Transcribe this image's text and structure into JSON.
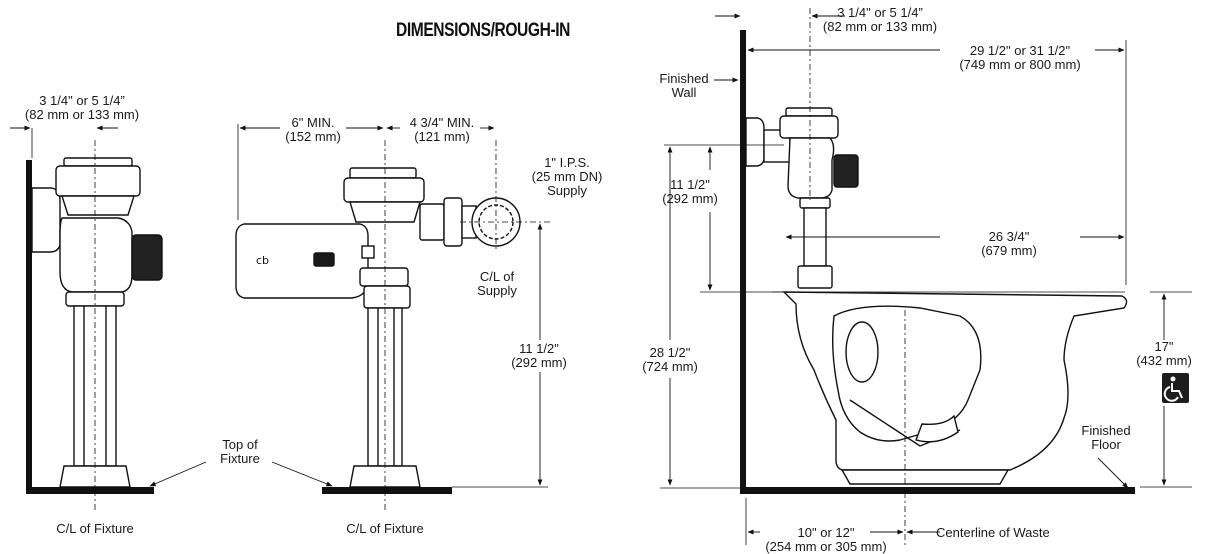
{
  "title": "DIMENSIONS/ROUGH-IN",
  "left_view": {
    "offset_label": [
      "3 1/4\" or 5 1/4”",
      "(82 mm or 133 mm)"
    ],
    "centerline_label": "C/L of Fixture"
  },
  "middle_view": {
    "min_6_label": [
      "6\" MIN.",
      "(152 mm)"
    ],
    "min_434_label": [
      "4 3/4\" MIN.",
      "(121 mm)"
    ],
    "supply_size_label": [
      "1\" I.P.S.",
      "(25 mm DN)",
      "Supply"
    ],
    "cl_supply_label": [
      "C/L of",
      "Supply"
    ],
    "height_label": [
      "11 1/2\"",
      "(292 mm)"
    ],
    "top_fixture_label": [
      "Top of",
      "Fixture"
    ],
    "centerline_label": "C/L of Fixture"
  },
  "right_view": {
    "offset_label": [
      "3 1/4\" or 5 1/4”",
      "(82 mm or 133 mm)"
    ],
    "total_depth_label": [
      "29 1/2\" or 31 1/2\"",
      "(749 mm or 800 mm)"
    ],
    "finished_wall_label": [
      "Finished",
      "Wall"
    ],
    "valve_height_label": [
      "11 1/2\"",
      "(292 mm)"
    ],
    "bowl_depth_label": [
      "26 3/4\"",
      "(679 mm)"
    ],
    "total_height_label": [
      "28 1/2\"",
      "(724 mm)"
    ],
    "rim_height_label": [
      "17\"",
      "(432 mm)"
    ],
    "finished_floor_label": [
      "Finished",
      "Floor"
    ],
    "rough_in_label": [
      "10\" or 12\"",
      "(254 mm or 305 mm)"
    ],
    "centerline_waste_label": "Centerline of Waste",
    "accessibility_icon": "wheelchair-accessible-icon"
  }
}
